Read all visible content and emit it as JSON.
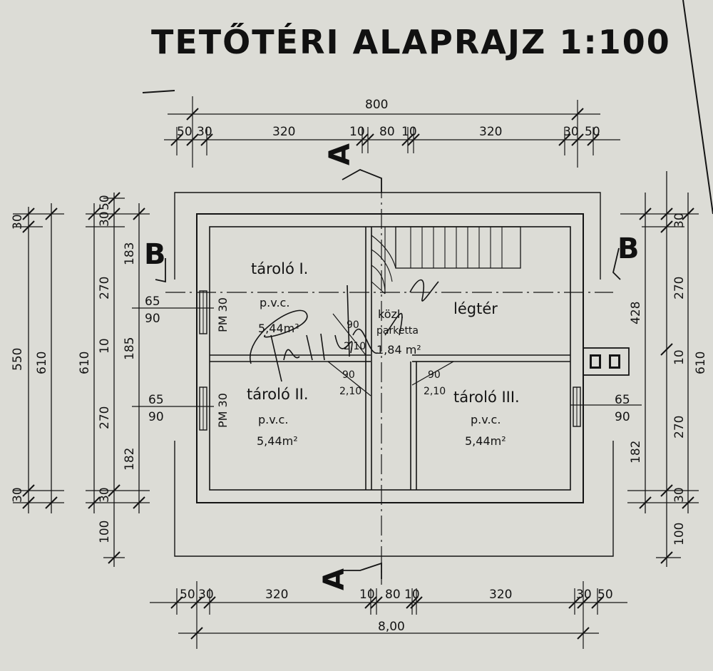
{
  "title": "TETŐTÉRI ALAPRAJZ 1:100",
  "section_markers": {
    "a_top": "A",
    "a_bottom": "A",
    "b_left": "B",
    "b_right": "B"
  },
  "dimensions": {
    "top_total": "800",
    "top_segments": [
      "50",
      "30",
      "320",
      "10",
      "80",
      "10",
      "320",
      "30",
      "50"
    ],
    "bottom_total": "8,00",
    "bottom_segments": [
      "50",
      "30",
      "320",
      "10",
      "80",
      "10",
      "320",
      "30",
      "50"
    ],
    "left_outer": [
      "30",
      "550",
      "610",
      "30",
      "100"
    ],
    "left_inner": [
      "30",
      "50",
      "270",
      "183",
      "610",
      "10",
      "185",
      "270",
      "182",
      "30",
      "100"
    ],
    "left_windows": [
      {
        "a": "65",
        "b": "90"
      },
      {
        "a": "65",
        "b": "90"
      }
    ],
    "right_windows": [
      {
        "a": "65",
        "b": "90"
      }
    ],
    "right_inner": [
      "30",
      "270",
      "428",
      "10",
      "610",
      "270",
      "182",
      "30",
      "100"
    ]
  },
  "rooms": [
    {
      "name": "tároló I.",
      "floor": "p.v.c.",
      "area": "5,44m²",
      "door": "PM 30"
    },
    {
      "name": "tároló II.",
      "floor": "p.v.c.",
      "area": "5,44m²",
      "door": "PM 30"
    },
    {
      "name": "tároló III.",
      "floor": "p.v.c.",
      "area": "5,44m²"
    },
    {
      "name": "közl.",
      "floor": "parketta",
      "area": "1,84 m²"
    },
    {
      "name": "légtér"
    }
  ],
  "doors": [
    {
      "w": "90",
      "h": "2,10"
    },
    {
      "w": "90",
      "h": "2,10"
    },
    {
      "w": "90",
      "h": "2,10"
    }
  ]
}
